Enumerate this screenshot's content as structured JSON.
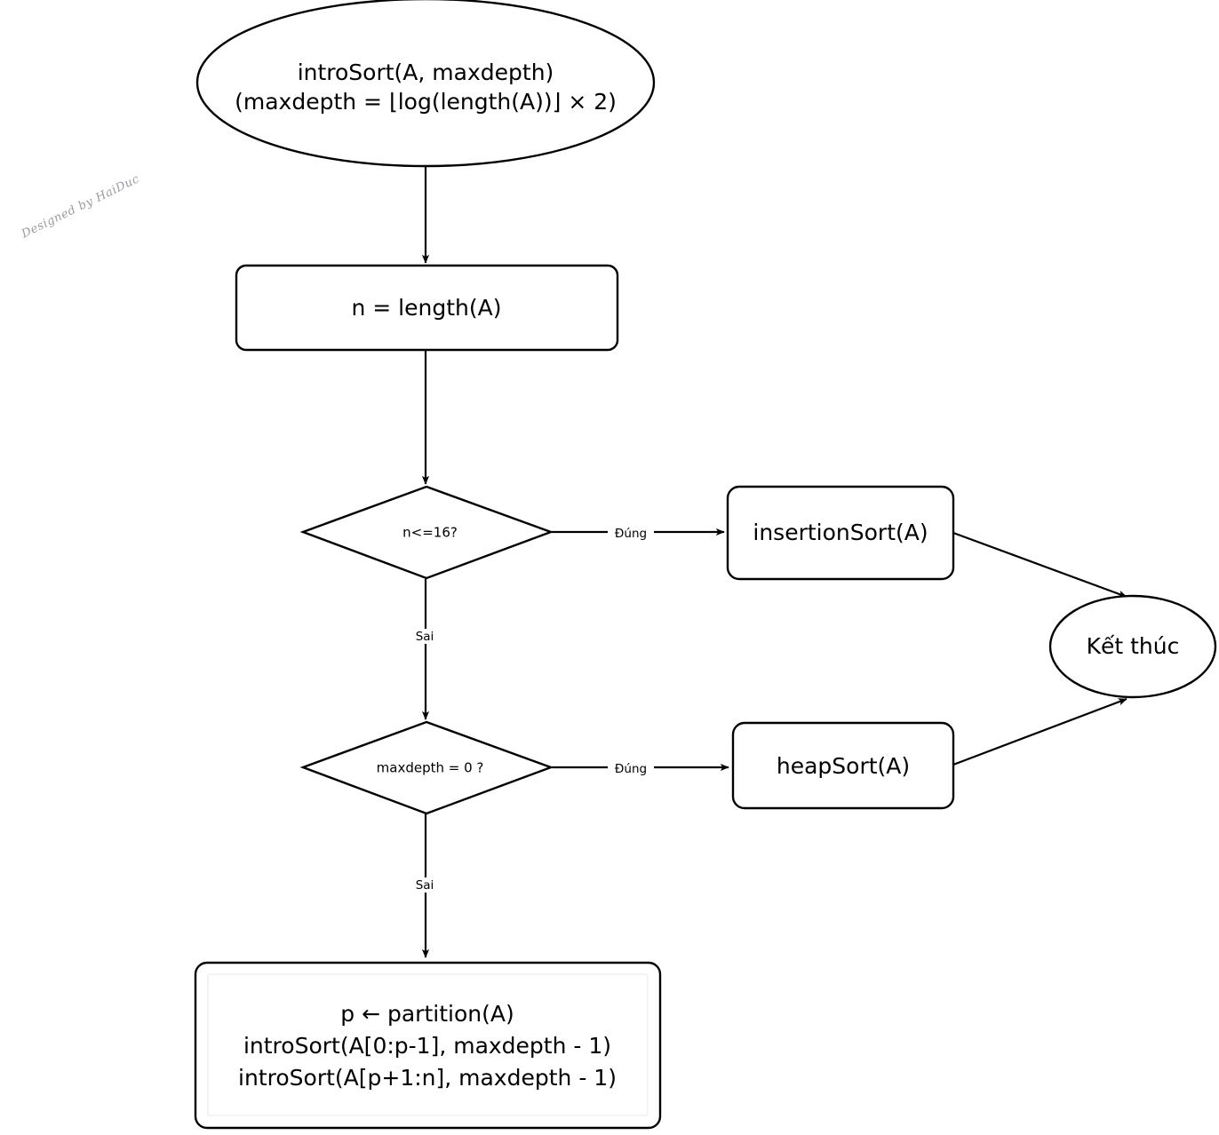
{
  "diagram": {
    "title_watermark": "Designed by HaiDuc",
    "language": "vi",
    "colors": {
      "stroke": "#000000",
      "background": "#ffffff",
      "inner_frame": "#f0f0f0",
      "watermark": "#9a9aa2"
    }
  },
  "nodes": {
    "start": {
      "type": "terminator-ellipse",
      "line1": "introSort(A, maxdepth)",
      "line2": "(maxdepth = ⌊log(length(A))⌋ × 2)"
    },
    "length": {
      "type": "process-box",
      "label": "n = length(A)"
    },
    "decision_n": {
      "type": "decision-diamond",
      "label": "n<=16?"
    },
    "decision_maxdepth": {
      "type": "decision-diamond",
      "label": "maxdepth = 0 ?"
    },
    "insertion_sort": {
      "type": "process-box",
      "label": "insertionSort(A)"
    },
    "heap_sort": {
      "type": "process-box",
      "label": "heapSort(A)"
    },
    "end": {
      "type": "terminator-ellipse",
      "label": "Kết thúc"
    },
    "recursion": {
      "type": "process-box-nested",
      "line1": "p ← partition(A)",
      "line2": "introSort(A[0:p-1], maxdepth - 1)",
      "line3": "introSort(A[p+1:n], maxdepth - 1)"
    }
  },
  "edges": {
    "start_to_length": {
      "label": ""
    },
    "length_to_decision_n": {
      "label": ""
    },
    "decision_n_true": {
      "label": "Đúng"
    },
    "decision_n_false": {
      "label": "Sai"
    },
    "decision_maxdepth_true": {
      "label": "Đúng"
    },
    "decision_maxdepth_false": {
      "label": "Sai"
    },
    "insertion_to_end": {
      "label": ""
    },
    "heap_to_end": {
      "label": ""
    }
  }
}
